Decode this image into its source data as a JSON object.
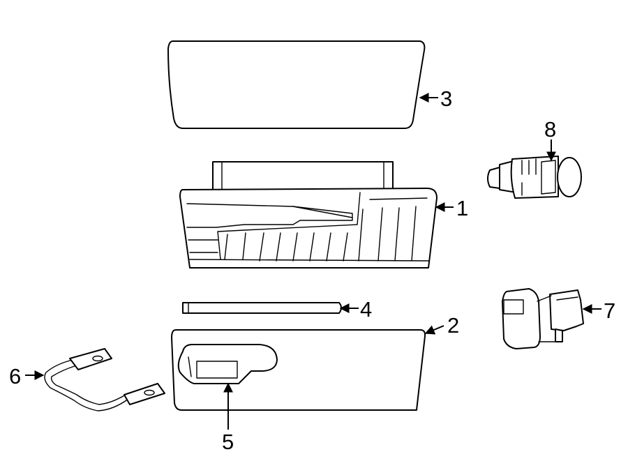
{
  "callouts": {
    "c1": "1",
    "c2": "2",
    "c3": "3",
    "c4": "4",
    "c5": "5",
    "c6": "6",
    "c7": "7",
    "c8": "8"
  },
  "parts": {
    "p1": {
      "icon": "glove-box-bin"
    },
    "p2": {
      "icon": "glove-box-door"
    },
    "p3": {
      "icon": "glove-box-panel"
    },
    "p4": {
      "icon": "door-strip"
    },
    "p5": {
      "icon": "door-handle"
    },
    "p6": {
      "icon": "check-strap"
    },
    "p7": {
      "icon": "latch"
    },
    "p8": {
      "icon": "lock-cylinder"
    }
  }
}
